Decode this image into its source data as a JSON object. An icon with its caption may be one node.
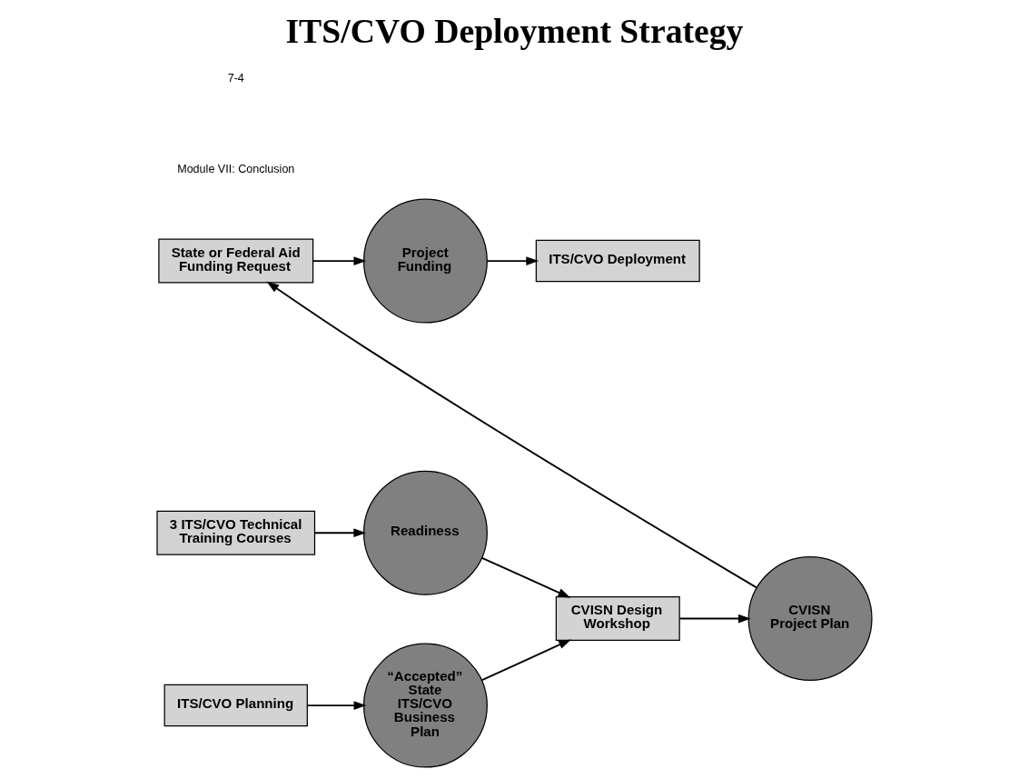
{
  "diagram": {
    "title": "ITS/CVO Deployment Strategy",
    "nodes": [
      {
        "text": [
          "ITS/CVO Planning"
        ]
      },
      {
        "text": [
          "“Accepted” State ITS/CVO Business Plan"
        ]
      },
      {
        "text": [
          "3 ITS/CVO Technical Training Courses"
        ]
      },
      {
        "text": [
          "Readiness"
        ]
      },
      {
        "text": [
          "CVISN Design Workshop"
        ]
      },
      {
        "text": [
          "CVISN Project Plan"
        ]
      },
      {
        "text": [
          "State or Federal Aid Funding Request"
        ]
      },
      {
        "text": [
          "Project Funding"
        ]
      },
      {
        "text": [
          "ITS/CVO Deployment"
        ]
      }
    ],
    "edges": [
      {
        "from": 0,
        "to": 1,
        "arrow": "to"
      },
      {
        "from": 2,
        "to": 3,
        "arrow": "to"
      },
      {
        "from": 1,
        "to": 4,
        "arrow": "to"
      },
      {
        "from": 3,
        "to": 4,
        "arrow": "to"
      },
      {
        "from": 4,
        "to": 5,
        "arrow": "to"
      },
      {
        "from": 5,
        "to": 6,
        "arrow": "to"
      },
      {
        "from": 6,
        "to": 7,
        "arrow": "to"
      },
      {
        "from": 7,
        "to": 8,
        "arrow": "to"
      }
    ],
    "labels": [
      "Module VII: Conclusion",
      "7-4"
    ]
  }
}
